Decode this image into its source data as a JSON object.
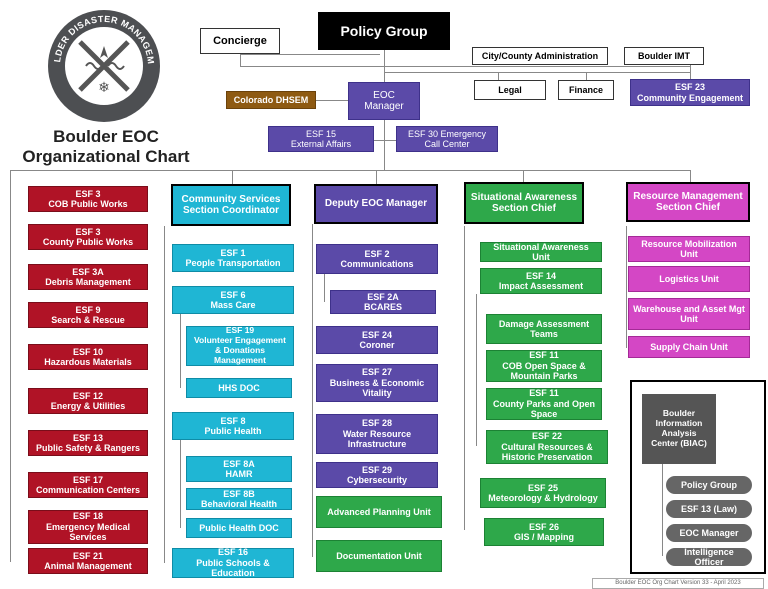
{
  "title_line1": "Boulder EOC",
  "title_line2": "Organizational Chart",
  "logo_text": "BOULDER DISASTER MANAGEMENT",
  "footer": "Boulder EOC Org Chart Version 33 - April 2023",
  "top": {
    "policy_group": "Policy Group",
    "concierge": "Concierge",
    "city_county_admin": "City/County Administration",
    "boulder_imt": "Boulder IMT",
    "legal": "Legal",
    "finance": "Finance",
    "esf23": "ESF 23\nCommunity Engagement",
    "colorado_dhsem": "Colorado DHSEM",
    "eoc_manager": "EOC\nManager",
    "esf15": "ESF 15\nExternal Affairs",
    "esf30": "ESF 30 Emergency\nCall Center"
  },
  "red": [
    "ESF 3\nCOB Public Works",
    "ESF 3\nCounty Public Works",
    "ESF 3A\nDebris Management",
    "ESF 9\nSearch & Rescue",
    "ESF 10\nHazardous Materials",
    "ESF 12\nEnergy & Utilities",
    "ESF 13\nPublic Safety & Rangers",
    "ESF 17\nCommunication Centers",
    "ESF 18\nEmergency Medical\nServices",
    "ESF 21\nAnimal Management"
  ],
  "community": {
    "head": "Community Services\nSection Coordinator",
    "items": [
      "ESF 1\nPeople Transportation",
      "ESF 6\nMass Care",
      "ESF 19\nVolunteer Engagement\n& Donations\nManagement",
      "HHS DOC",
      "ESF 8\nPublic Health",
      "ESF 8A\nHAMR",
      "ESF 8B\nBehavioral Health",
      "Public Health DOC",
      "ESF 16\nPublic Schools &\nEducation"
    ]
  },
  "deputy": {
    "head": "Deputy EOC Manager",
    "items": [
      "ESF 2\nCommunications",
      "ESF 2A\nBCARES",
      "ESF 24\nCoroner",
      "ESF 27\nBusiness & Economic\nVitality",
      "ESF 28\nWater Resource\nInfrastructure",
      "ESF 29\nCybersecurity",
      "Advanced Planning Unit",
      "Documentation Unit"
    ]
  },
  "situational": {
    "head": "Situational Awareness\nSection Chief",
    "items": [
      "Situational Awareness Unit",
      "ESF 14\nImpact Assessment",
      "Damage Assessment\nTeams",
      "ESF 11\nCOB Open Space &\nMountain Parks",
      "ESF 11\nCounty Parks and Open\nSpace",
      "ESF 22\nCultural Resources &\nHistoric Preservation",
      "ESF 25\nMeteorology & Hydrology",
      "ESF 26\nGIS / Mapping"
    ]
  },
  "resource": {
    "head": "Resource Management\nSection Chief",
    "items": [
      "Resource Mobilization Unit",
      "Logistics Unit",
      "Warehouse and Asset Mgt\nUnit",
      "Supply Chain Unit"
    ]
  },
  "biac": {
    "head": "Boulder\nInformation\nAnalysis\nCenter (BIAC)",
    "items": [
      "Policy Group",
      "ESF 13 (Law)",
      "EOC Manager",
      "Intelligence Officer"
    ]
  }
}
